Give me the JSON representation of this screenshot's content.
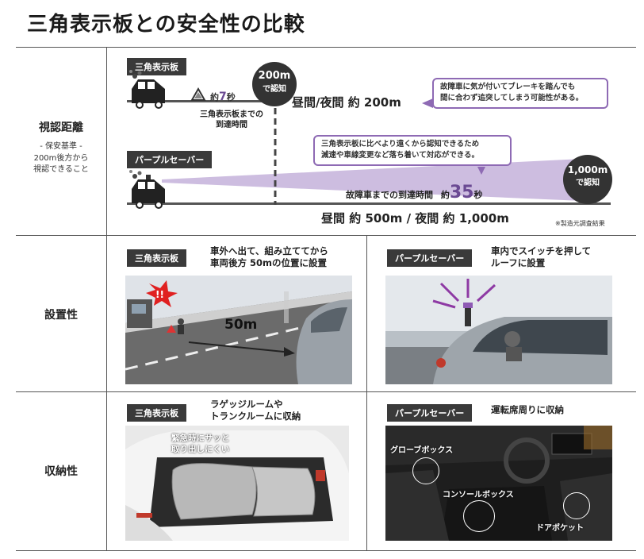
{
  "title": "三角表示板との安全性の比較",
  "rows": {
    "visibility": {
      "label": "視認距離",
      "sub_lines": [
        "- 保安基準 -",
        "200m後方から",
        "視認できること"
      ]
    },
    "install": {
      "label": "設置性"
    },
    "storage": {
      "label": "収納性"
    }
  },
  "visibility": {
    "triangle_tag": "三角表示板",
    "purple_tag": "パープルセーバー",
    "triangle_time_prefix": "約",
    "triangle_time_value": "7",
    "triangle_time_unit": "秒",
    "triangle_caption_line1": "三角表示板までの",
    "triangle_caption_line2": "到達時間",
    "circle_200_line1": "200m",
    "circle_200_line2": "で認知",
    "distance_triangle": "昼間/夜間 約 200m",
    "warning_triangle_line1": "故障車に気が付いてブレーキを踏んでも",
    "warning_triangle_line2": "間に合わず追突してしまう可能性がある。",
    "purple_note_line1": "三角表示板に比べより遠くから認知できるため",
    "purple_note_line2": "減速や車線変更など落ち着いて対応ができる。",
    "circle_1000_line1": "1,000m",
    "circle_1000_line2": "で認知",
    "purple_time_label": "故障車までの到達時間",
    "purple_time_prefix": "約",
    "purple_time_value": "35",
    "purple_time_unit": "秒",
    "distance_purple": "昼間 約 500m / 夜間 約 1,000m",
    "footnote": "※製造元調査結果"
  },
  "install": {
    "triangle_tag": "三角表示板",
    "triangle_desc_line1": "車外へ出て、組み立ててから",
    "triangle_desc_line2": "車両後方 50mの位置に設置",
    "distance_label": "50m",
    "alert_mark": "!!",
    "purple_tag": "パープルセーバー",
    "purple_desc_line1": "車内でスイッチを押して",
    "purple_desc_line2": "ルーフに設置"
  },
  "storage": {
    "triangle_tag": "三角表示板",
    "triangle_desc_line1": "ラゲッジルームや",
    "triangle_desc_line2": "トランクルームに収納",
    "trunk_caption_line1": "緊急時にサッと",
    "trunk_caption_line2": "取り出しにくい",
    "purple_tag": "パープルセーバー",
    "purple_desc": "運転席周りに収納",
    "glovebox": "グローブボックス",
    "console": "コンソールボックス",
    "door_pocket": "ドアポケット"
  }
}
